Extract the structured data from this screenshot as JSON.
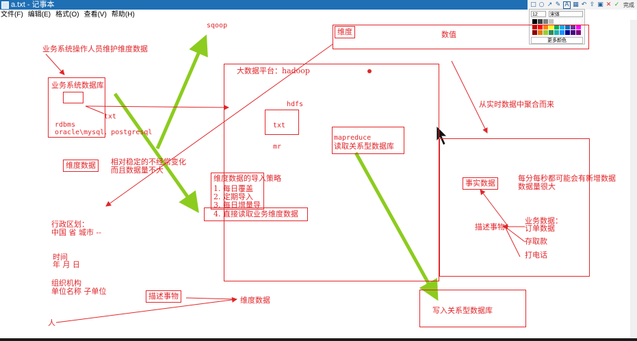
{
  "window": {
    "title": "a.txt - 记事本"
  },
  "menu": [
    "文件(F)",
    "编辑(E)",
    "格式(O)",
    "查看(V)",
    "帮助(H)"
  ],
  "toolbar": {
    "done_label": "完成"
  },
  "palette": {
    "size": "12",
    "font": "宋体",
    "more_colors": "更多颜色",
    "colors": [
      "#000000",
      "#404040",
      "#7f7f7f",
      "#c0c0c0",
      "#ffffff",
      "#ffffff",
      "#ffffff",
      "#ffffff",
      "#ffffff",
      "#c00000",
      "#ff0000",
      "#ff7f00",
      "#ffff00",
      "#00b050",
      "#00b0f0",
      "#0070c0",
      "#7030a0",
      "#ff00ff",
      "#8b0000",
      "#e97a0c",
      "#9acd32",
      "#2e8b57",
      "#20b2aa",
      "#1e90ff",
      "#00008b",
      "#4b0082",
      "#800080"
    ]
  },
  "annotations": {
    "sqoop": "sqoop",
    "biz_maintain": "业务系统操作人员维护维度数据",
    "biz_db": "业务系统数据库",
    "txt1": "txt",
    "rdbms": "rdbms",
    "oracle": "oracle\\mysql、postgresql",
    "dim_data_box": "维度数据",
    "relatively_stable": "相对稳定的不经常变化",
    "small_volume": "而且数据量不大",
    "admin_region": "行政区划：",
    "admin_region_levels": "中国   省   城市 --",
    "time": "时间",
    "time_levels": "年  月  日",
    "org": "组织机构",
    "org_levels": "单位名称     子单位",
    "describe_things": "描述事物",
    "dim_data_bottom": "维度数据",
    "person": "人",
    "bigdata_platform": "大数据平台：hadoop",
    "hdfs": "hdfs",
    "txt2": "txt",
    "mr": "mr",
    "mapreduce": "mapreduce",
    "read_relational": "读取关系型数据库",
    "dim_strategy_title": "维度数据的导入策略",
    "strategy_items": [
      "1. 每日覆盖",
      "2. 定期导入",
      "3. 每日增量导",
      "4. 直接读取业务维度数据"
    ],
    "dim_header": "维度",
    "measure": "数值",
    "aggregate": "从实时数据中聚合而来",
    "fact_data": "事实数据",
    "every_second": "每分每秒都可能会有新增数据",
    "large_volume": "数据量很大",
    "describe_things2": "描述事物",
    "biz_data": "业务数据：",
    "order_data": "订单数据",
    "deposit": "存取款",
    "phone": "打电话",
    "write_relational": "写入关系型数据库"
  }
}
